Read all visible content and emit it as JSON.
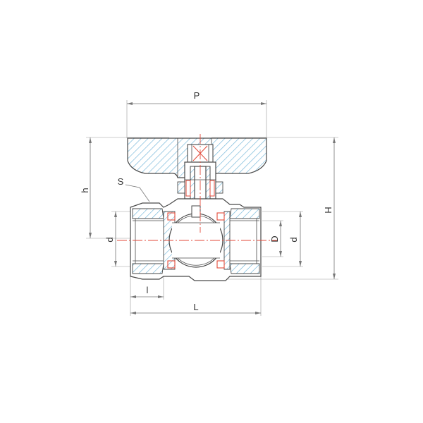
{
  "labels": {
    "P": "P",
    "h": "h",
    "H": "H",
    "S": "S",
    "d_left": "d",
    "D": "D",
    "d_right": "d",
    "l": "l",
    "L": "L"
  },
  "colors": {
    "hatch": "#6fb4d8",
    "line": "#4a4a4a",
    "centerline": "#e34a3a",
    "dimension": "#777777"
  }
}
